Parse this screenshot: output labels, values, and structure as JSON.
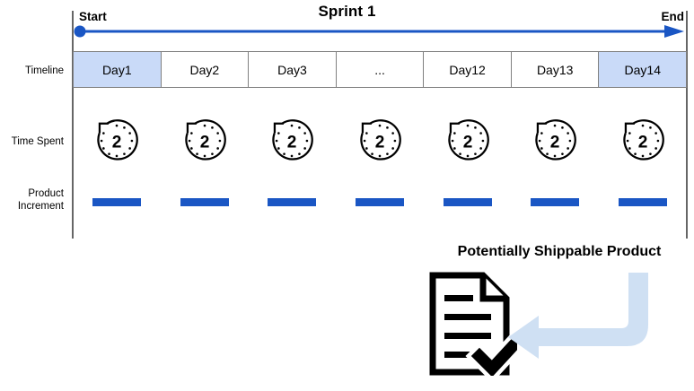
{
  "diagram": {
    "title": "Sprint 1",
    "start_label": "Start",
    "end_label": "End",
    "colors": {
      "accent_blue": "#1a56c4",
      "highlight_fill": "#c9daf8",
      "arrow_light_blue": "#cfe0f3",
      "grid_stroke": "#808080",
      "axis_stroke": "#666666",
      "icon_black": "#000000"
    },
    "rows": [
      {
        "label": "Timeline"
      },
      {
        "label": "Time Spent"
      },
      {
        "label": "Product\nIncrement"
      }
    ],
    "row_labels": {
      "timeline": "Timeline",
      "time_spent": "Time Spent",
      "product_increment_line1": "Product",
      "product_increment_line2": "Increment"
    },
    "timeline_cells": [
      {
        "label": "Day1",
        "highlighted": true
      },
      {
        "label": "Day2",
        "highlighted": false
      },
      {
        "label": "Day3",
        "highlighted": false
      },
      {
        "label": "...",
        "highlighted": false
      },
      {
        "label": "Day12",
        "highlighted": false
      },
      {
        "label": "Day13",
        "highlighted": false
      },
      {
        "label": "Day14",
        "highlighted": true
      }
    ],
    "time_spent": [
      {
        "value": "2",
        "icon": "clock-2-hours-icon"
      },
      {
        "value": "2",
        "icon": "clock-2-hours-icon"
      },
      {
        "value": "2",
        "icon": "clock-2-hours-icon"
      },
      {
        "value": "2",
        "icon": "clock-2-hours-icon"
      },
      {
        "value": "2",
        "icon": "clock-2-hours-icon"
      },
      {
        "value": "2",
        "icon": "clock-2-hours-icon"
      },
      {
        "value": "2",
        "icon": "clock-2-hours-icon"
      }
    ],
    "product_increment_bars": 7,
    "shippable": {
      "title": "Potentially Shippable Product",
      "doc_icon": "document-check-icon",
      "arrow_icon": "feedback-loop-arrow-icon"
    }
  }
}
